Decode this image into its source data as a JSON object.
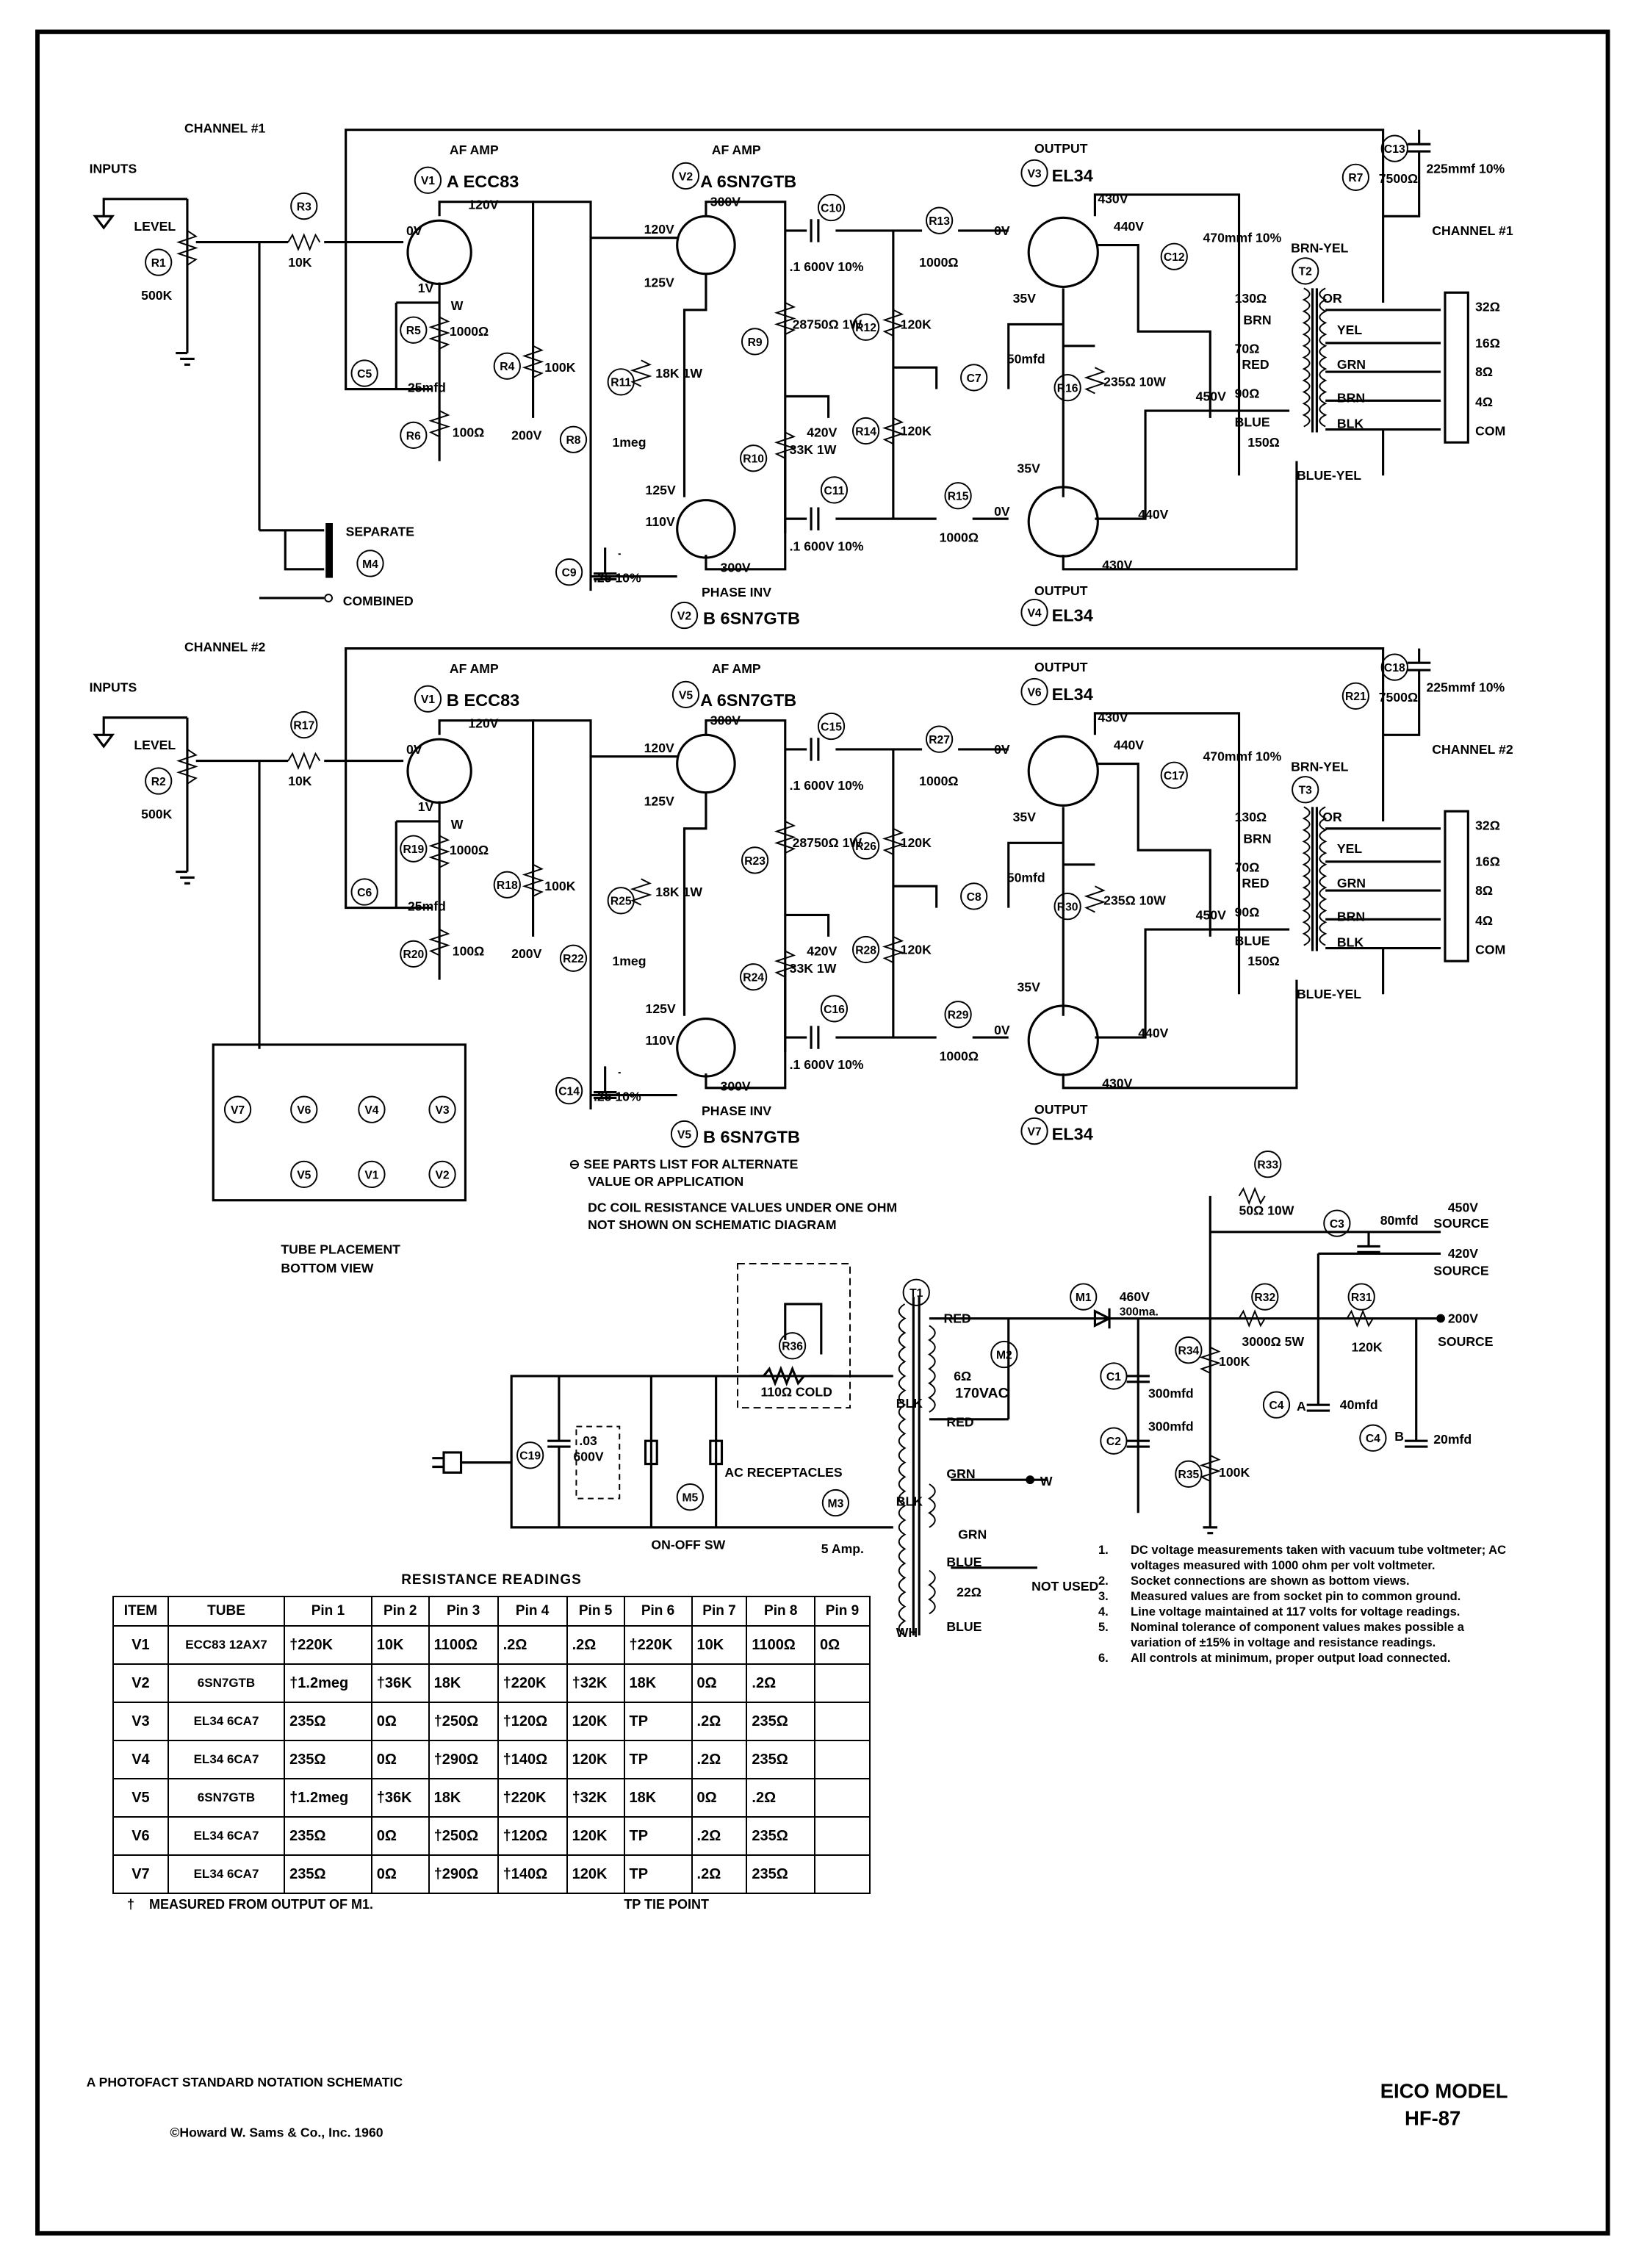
{
  "channel_1": {
    "channel": "CHANNEL #1",
    "inputs": "INPUTS",
    "level": "LEVEL",
    "r_level": "R1",
    "r_level_val": "500K",
    "r_grid": "R3",
    "r_grid_val": "10K",
    "af_amp1": "AF AMP",
    "v_af1": "V1",
    "v_af1_type": "A ECC83",
    "v1_grid_v": "0V",
    "v1_plate_v": "120V",
    "v1_cath_v": "1V",
    "v1_heater": "W",
    "r_cath": "R5",
    "r_cath_val": "1000Ω",
    "c_cath": "C5",
    "c_cath_val": "25mfd",
    "r_plate1": "R4",
    "r_plate1_val": "100K",
    "b_200": "200V",
    "r_fb": "R6",
    "r_fb_val": "100Ω",
    "af_amp2": "AF AMP",
    "v_af2": "V2",
    "v_af2_type": "A 6SN7GTB",
    "v2a_plate": "300V",
    "v2a_grid": "120V",
    "v2a_cath": "125V",
    "c_cpl1": "C10",
    "c_cpl1_val": ".1  600V  10%",
    "r_gs1": "R13",
    "r_gs1_val": "1000Ω",
    "r_pl_a": "R9",
    "r_pl_a_val": "28750Ω 1W",
    "r_grid_a": "R12",
    "r_grid_a_val": "120K",
    "r_pot": "R11",
    "r_pot_val": "18K 1W",
    "r_grid2": "R8",
    "r_grid2_val": "1meg",
    "v_420": "420V",
    "r_pl_b": "R10",
    "r_pl_b_val": "33K 1W",
    "r_grid_b": "R14",
    "r_grid_b_val": "120K",
    "v2b_cath": "125V",
    "v2b_grid": "110V",
    "v2b_plate": "300V",
    "c_cpl2": "C11",
    "c_cpl2_val": ".1  600V  10%",
    "r_gs2": "R15",
    "r_gs2_val": "1000Ω",
    "c_bypass": "C9",
    "c_bypass_val": ".25  10%",
    "phase_inv": "PHASE INV",
    "v_pi": "V2",
    "v_pi_type": "B 6SN7GTB",
    "out_a": "OUTPUT",
    "v_out_a": "V3",
    "v_out_a_type": "EL34",
    "out_a_430": "430V",
    "out_a_440": "440V",
    "out_a_0v": "0V",
    "out_a_35v": "35V",
    "c_fb": "C12",
    "c_fb_val": "470mmf  10%",
    "c_cath_out": "C7",
    "c_cath_out_val": "50mfd",
    "r_cath_out": "R16",
    "r_cath_out_val": "235Ω  10W",
    "out_b_35v": "35V",
    "out_b_0v": "0V",
    "out_b_440": "440V",
    "out_b_430": "430V",
    "out_b": "OUTPUT",
    "v_out_b": "V4",
    "v_out_b_type": "EL34",
    "c_nfb": "C13",
    "c_nfb_val": "225mmf  10%",
    "r_nfb": "R7",
    "r_nfb_val": "7500Ω",
    "channel_out": "CHANNEL #1",
    "xfmr": "T2",
    "brn_yel": "BRN-YEL",
    "p130": "130Ω",
    "brn": "BRN",
    "p70": "70Ω",
    "red": "RED",
    "v450": "450V",
    "p90": "90Ω",
    "blue": "BLUE",
    "p150": "150Ω",
    "blue_yel": "BLUE-YEL",
    "or": "OR",
    "yel": "YEL",
    "grn": "GRN",
    "brn2": "BRN",
    "blk": "BLK",
    "t32": "32Ω",
    "t16": "16Ω",
    "t8": "8Ω",
    "t4": "4Ω",
    "tcom": "COM"
  },
  "channel_2": {
    "channel": "CHANNEL #2",
    "inputs": "INPUTS",
    "level": "LEVEL",
    "r_level": "R2",
    "r_level_val": "500K",
    "r_grid": "R17",
    "r_grid_val": "10K",
    "af_amp1": "AF AMP",
    "v_af1": "V1",
    "v_af1_type": "B ECC83",
    "v1_grid_v": "0V",
    "v1_plate_v": "120V",
    "v1_cath_v": "1V",
    "v1_heater": "W",
    "r_cath": "R19",
    "r_cath_val": "1000Ω",
    "c_cath": "C6",
    "c_cath_val": "25mfd",
    "r_plate1": "R18",
    "r_plate1_val": "100K",
    "b_200": "200V",
    "r_fb": "R20",
    "r_fb_val": "100Ω",
    "af_amp2": "AF AMP",
    "v_af2": "V5",
    "v_af2_type": "A 6SN7GTB",
    "v2a_plate": "300V",
    "v2a_grid": "120V",
    "v2a_cath": "125V",
    "c_cpl1": "C15",
    "c_cpl1_val": ".1  600V  10%",
    "r_gs1": "R27",
    "r_gs1_val": "1000Ω",
    "r_pl_a": "R23",
    "r_pl_a_val": "28750Ω 1W",
    "r_grid_a": "R26",
    "r_grid_a_val": "120K",
    "r_pot": "R25",
    "r_pot_val": "18K 1W",
    "r_grid2": "R22",
    "r_grid2_val": "1meg",
    "v_420": "420V",
    "r_pl_b": "R24",
    "r_pl_b_val": "33K 1W",
    "r_grid_b": "R28",
    "r_grid_b_val": "120K",
    "v2b_cath": "125V",
    "v2b_grid": "110V",
    "v2b_plate": "300V",
    "c_cpl2": "C16",
    "c_cpl2_val": ".1  600V  10%",
    "r_gs2": "R29",
    "r_gs2_val": "1000Ω",
    "c_bypass": "C14",
    "c_bypass_val": ".25  10%",
    "phase_inv": "PHASE INV",
    "v_pi": "V5",
    "v_pi_type": "B 6SN7GTB",
    "out_a": "OUTPUT",
    "v_out_a": "V6",
    "v_out_a_type": "EL34",
    "out_a_430": "430V",
    "out_a_440": "440V",
    "out_a_0v": "0V",
    "out_a_35v": "35V",
    "c_fb": "C17",
    "c_fb_val": "470mmf  10%",
    "c_cath_out": "C8",
    "c_cath_out_val": "50mfd",
    "r_cath_out": "R30",
    "r_cath_out_val": "235Ω  10W",
    "out_b_35v": "35V",
    "out_b_0v": "0V",
    "out_b_440": "440V",
    "out_b_430": "430V",
    "out_b": "OUTPUT",
    "v_out_b": "V7",
    "v_out_b_type": "EL34",
    "c_nfb": "C18",
    "c_nfb_val": "225mmf  10%",
    "r_nfb": "R21",
    "r_nfb_val": "7500Ω",
    "channel_out": "CHANNEL #2",
    "xfmr": "T3",
    "brn_yel": "BRN-YEL",
    "p130": "130Ω",
    "brn": "BRN",
    "p70": "70Ω",
    "red": "RED",
    "v450": "450V",
    "p90": "90Ω",
    "blue": "BLUE",
    "p150": "150Ω",
    "blue_yel": "BLUE-YEL",
    "or": "OR",
    "yel": "YEL",
    "grn": "GRN",
    "brn2": "BRN",
    "blk": "BLK",
    "t32": "32Ω",
    "t16": "16Ω",
    "t8": "8Ω",
    "t4": "4Ω",
    "tcom": "COM"
  },
  "mode_switch": {
    "separate": "SEPARATE",
    "ref": "M4",
    "combined": "COMBINED"
  },
  "tube_placement": {
    "tubes_top": [
      "V7",
      "V6",
      "V4",
      "V3"
    ],
    "tubes_bottom": [
      "V5",
      "V1",
      "V2"
    ],
    "caption_1": "TUBE PLACEMENT",
    "caption_2": "BOTTOM VIEW"
  },
  "remarks": {
    "alt_1": "⊖ SEE PARTS LIST FOR ALTERNATE",
    "alt_2": "VALUE OR APPLICATION",
    "coil_1": "DC COIL RESISTANCE VALUES UNDER ONE OHM",
    "coil_2": "NOT SHOWN ON SCHEMATIC DIAGRAM"
  },
  "power_supply": {
    "t1": "T1",
    "red_top": "RED",
    "ohm6": "6Ω",
    "vac": "170VAC",
    "m2": "M2",
    "red_bot": "RED",
    "blk_top": "BLK",
    "blk_bot": "BLK",
    "grn": "GRN",
    "w": "W",
    "grn2": "GRN",
    "blue1": "BLUE",
    "not_used": "NOT USED",
    "ohm22": "22Ω",
    "blue2": "BLUE",
    "wh": "WH",
    "m1": "M1",
    "v460": "460V",
    "ma300": "300ma.",
    "c1": "C1",
    "c1_val": "300mfd",
    "c2": "C2",
    "c2_val": "300mfd",
    "r34": "R34",
    "r34_val": "100K",
    "r35": "R35",
    "r35_val": "100K",
    "r33": "R33",
    "r33_val": "50Ω  10W",
    "s450": "450V",
    "source1": "SOURCE",
    "c3": "C3",
    "c3_val": "80mfd",
    "s420": "420V",
    "source2": "SOURCE",
    "r32": "R32",
    "r32_val": "3000Ω  5W",
    "r31": "R31",
    "r31_val": "120K",
    "s200": "200V",
    "source3": "SOURCE",
    "c4a": "C4",
    "c4a_sec": "A",
    "c4a_val": "40mfd",
    "c4b": "C4",
    "c4b_sec": "B",
    "c4b_val": "20mfd",
    "r36": "R36",
    "r36_val": "110Ω COLD",
    "c19": "C19",
    "c19_val_1": ".03",
    "c19_val_2": "600V",
    "m5": "M5",
    "on_off": "ON-OFF SW",
    "ac_rec": "AC RECEPTACLES",
    "m3": "M3",
    "fuse": "5 Amp."
  },
  "resistance_table": {
    "title": "RESISTANCE READINGS",
    "headers": [
      "ITEM",
      "TUBE",
      "Pin 1",
      "Pin 2",
      "Pin 3",
      "Pin 4",
      "Pin 5",
      "Pin 6",
      "Pin 7",
      "Pin 8",
      "Pin 9"
    ],
    "rows": [
      [
        "V1",
        "ECC83 12AX7",
        "†220K",
        "10K",
        "1100Ω",
        ".2Ω",
        ".2Ω",
        "†220K",
        "10K",
        "1100Ω",
        "0Ω"
      ],
      [
        "V2",
        "6SN7GTB",
        "†1.2meg",
        "†36K",
        "18K",
        "†220K",
        "†32K",
        "18K",
        "0Ω",
        ".2Ω",
        ""
      ],
      [
        "V3",
        "EL34 6CA7",
        "235Ω",
        "0Ω",
        "†250Ω",
        "†120Ω",
        "120K",
        "TP",
        ".2Ω",
        "235Ω",
        ""
      ],
      [
        "V4",
        "EL34 6CA7",
        "235Ω",
        "0Ω",
        "†290Ω",
        "†140Ω",
        "120K",
        "TP",
        ".2Ω",
        "235Ω",
        ""
      ],
      [
        "V5",
        "6SN7GTB",
        "†1.2meg",
        "†36K",
        "18K",
        "†220K",
        "†32K",
        "18K",
        "0Ω",
        ".2Ω",
        ""
      ],
      [
        "V6",
        "EL34 6CA7",
        "235Ω",
        "0Ω",
        "†250Ω",
        "†120Ω",
        "120K",
        "TP",
        ".2Ω",
        "235Ω",
        ""
      ],
      [
        "V7",
        "EL34 6CA7",
        "235Ω",
        "0Ω",
        "†290Ω",
        "†140Ω",
        "120K",
        "TP",
        ".2Ω",
        "235Ω",
        ""
      ]
    ],
    "footnote_mark": "†",
    "footnote": "MEASURED FROM OUTPUT OF M1.",
    "tp_legend": "TP   TIE POINT"
  },
  "notes": [
    {
      "num": "1.",
      "text": "DC voltage measurements taken with vacuum tube voltmeter; AC voltages measured with 1000 ohm per volt voltmeter."
    },
    {
      "num": "2.",
      "text": "Socket connections are shown as bottom views."
    },
    {
      "num": "3.",
      "text": "Measured values are from socket pin to common ground."
    },
    {
      "num": "4.",
      "text": "Line voltage maintained at 117 volts for voltage readings."
    },
    {
      "num": "5.",
      "text": "Nominal tolerance of component values makes possible a variation of ±15% in voltage and resistance readings."
    },
    {
      "num": "6.",
      "text": "All controls at minimum, proper output load connected."
    }
  ],
  "footer": {
    "photofact": "A PHOTOFACT STANDARD NOTATION SCHEMATIC",
    "copyright": "©Howard W. Sams & Co., Inc. 1960",
    "model_1": "EICO MODEL",
    "model_2": "HF-87"
  }
}
